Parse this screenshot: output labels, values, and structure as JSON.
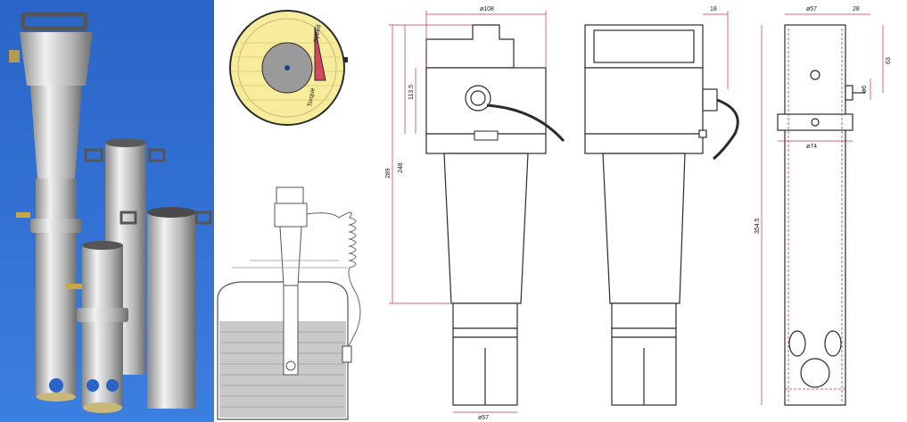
{
  "colors": {
    "photo_bg": "#2f6fd0",
    "metal_light": "#e6e6e6",
    "metal_dark": "#7b7b7b",
    "line": "#2b2b2b",
    "dim_line": "#c0305a",
    "yellow_fill": "#f6ec9c",
    "red_fill": "#d4475c",
    "gray_fill": "#9a9a9a",
    "liquid": "#c9c9c9"
  },
  "icons": [
    "probe-photo",
    "top-view-section",
    "cross-section-tank",
    "coiled-cable-icon"
  ],
  "top_view": {
    "label_1": "Speed",
    "label_2": "Torque"
  },
  "dimensions": {
    "diameter_top": "ø108",
    "width_right": "18",
    "height_1": "113.5",
    "height_2": "248",
    "height_3": "289",
    "diameter_bottom": "ø57",
    "sleeve_top": "ø57",
    "sleeve_offset": "28",
    "sleeve_pin": "ø6",
    "sleeve_height": "63",
    "sleeve_collar": "ø74",
    "sleeve_length": "354.5"
  }
}
